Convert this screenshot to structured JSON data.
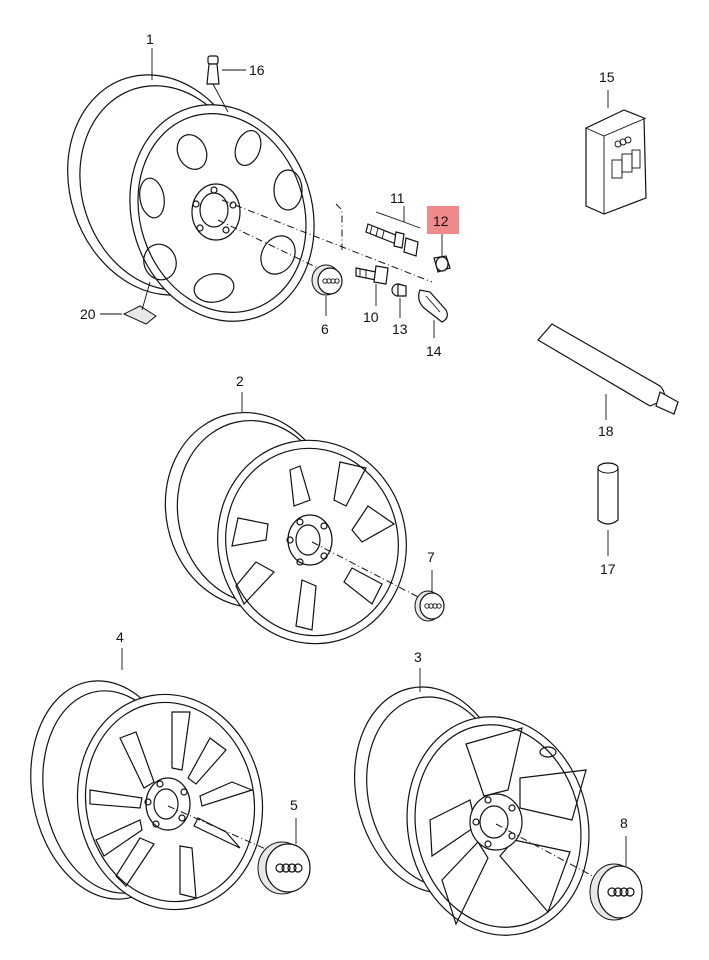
{
  "colors": {
    "line": "#111111",
    "background": "#ffffff",
    "highlight": "#f08a8a",
    "part_fill": "#e8e8e8"
  },
  "callouts": {
    "wheel_7spoke_a": "1",
    "wheel_7spoke_b": "2",
    "wheel_5spoke": "3",
    "wheel_9spoke": "4",
    "cap_large_a": "5",
    "cap_small_a": "6",
    "cap_small_b": "7",
    "cap_large_b": "8",
    "bolt_set": "11",
    "cap_nut": "12",
    "bolt": "10",
    "lock_socket": "13",
    "puller_tool": "14",
    "package": "15",
    "valve": "16",
    "sleeve": "17",
    "grease_tube": "18",
    "balance_weight": "20"
  },
  "highlighted": "cap_nut"
}
